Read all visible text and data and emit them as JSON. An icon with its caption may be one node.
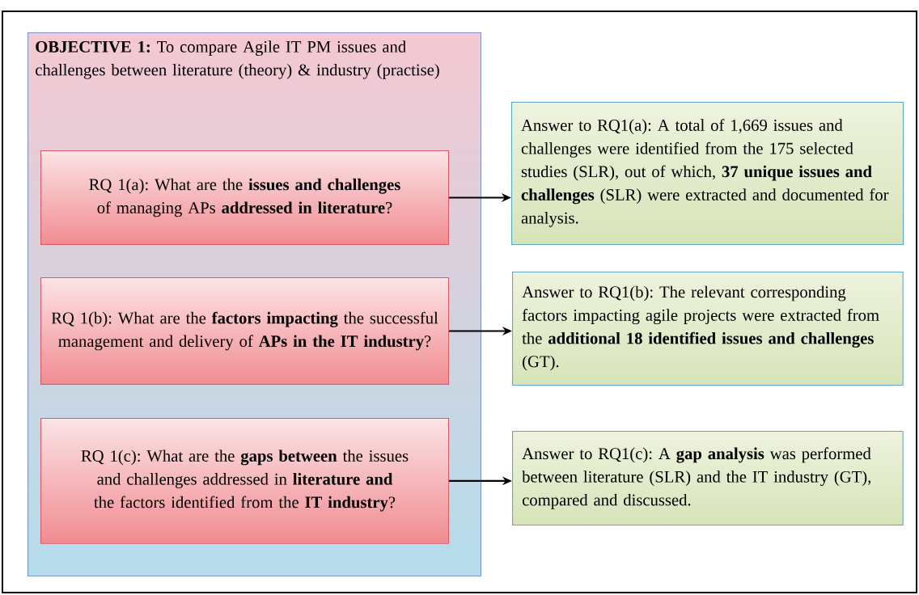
{
  "diagram": {
    "nodes": [
      {
        "text": [
          "**OBJECTIVE 1:** To compare Agile IT PM issues and challenges between literature (theory) & industry (practise)"
        ]
      },
      {
        "text": [
          "RQ 1(a): What are the **issues and challenges** of managing APs **addressed in literature**?"
        ],
        "in": 0
      },
      {
        "text": [
          "RQ 1(b): What are the **factors impacting** the successful management and delivery of **APs in the IT industry**?"
        ],
        "in": 0
      },
      {
        "text": [
          "RQ 1(c): What are the **gaps between** the issues and challenges addressed in **literature and** the factors identified from the **IT industry**?"
        ],
        "in": 0
      },
      {
        "text": [
          "Answer to RQ1(a): A total of 1,669 issues and challenges were identified from the 175 selected studies (SLR), out of which, **37 unique issues and challenges** (SLR) were extracted and documented for analysis."
        ]
      },
      {
        "text": [
          "Answer to RQ1(b): The relevant corresponding factors impacting agile projects were extracted from the **additional 18 identified issues and challenges** (GT)."
        ]
      },
      {
        "text": [
          "Answer to RQ1(c): A **gap analysis** was performed between literature (SLR) and the IT industry (GT), compared and discussed."
        ]
      }
    ],
    "edges": [
      {
        "from": 1,
        "to": 4,
        "arrow": "to"
      },
      {
        "from": 2,
        "to": 5,
        "arrow": "to"
      },
      {
        "from": 3,
        "to": 6,
        "arrow": "to"
      }
    ]
  }
}
